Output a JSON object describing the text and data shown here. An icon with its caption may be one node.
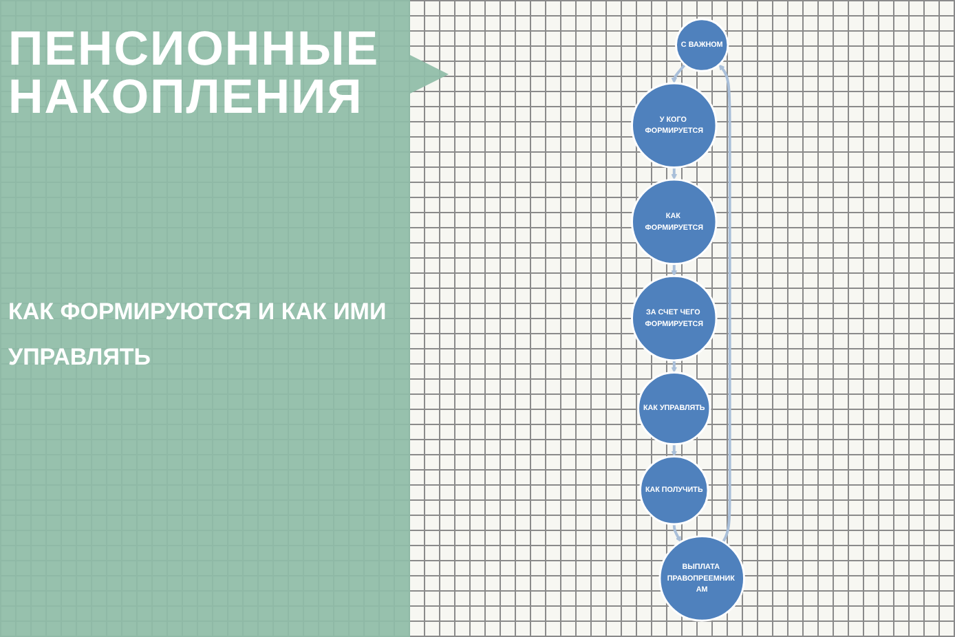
{
  "diagram": {
    "title": "ПЕНСИОННЫЕ НАКОПЛЕНИЯ",
    "nodes": [
      {
        "text": [
          "С ВАЖНОМ"
        ]
      },
      {
        "text": [
          "У КОГО ФОРМИРУЕТСЯ"
        ]
      },
      {
        "text": [
          "КАК ФОРМИРУЕТСЯ"
        ]
      },
      {
        "text": [
          "ЗА СЧЕТ ЧЕГО ФОРМИРУЕТСЯ"
        ]
      },
      {
        "text": [
          "КАК УПРАВЛЯТЬ"
        ]
      },
      {
        "text": [
          "КАК ПОЛУЧИТЬ"
        ]
      },
      {
        "text": [
          "ВЫПЛАТА ПРАВОПРЕЕМНИК АМ"
        ]
      }
    ],
    "edges": [
      {
        "from": 0,
        "to": 1,
        "arrow": "to"
      },
      {
        "from": 1,
        "to": 2,
        "arrow": "to"
      },
      {
        "from": 2,
        "to": 3,
        "arrow": "to"
      },
      {
        "from": 3,
        "to": 4,
        "arrow": "to"
      },
      {
        "from": 4,
        "to": 5,
        "arrow": "to"
      },
      {
        "from": 5,
        "to": 6,
        "arrow": "to"
      },
      {
        "from": 6,
        "to": 0,
        "arrow": "to"
      }
    ],
    "labels": [
      "КАК ФОРМИРУЮТСЯ И КАК ИМИ УПРАВЛЯТЬ"
    ]
  }
}
